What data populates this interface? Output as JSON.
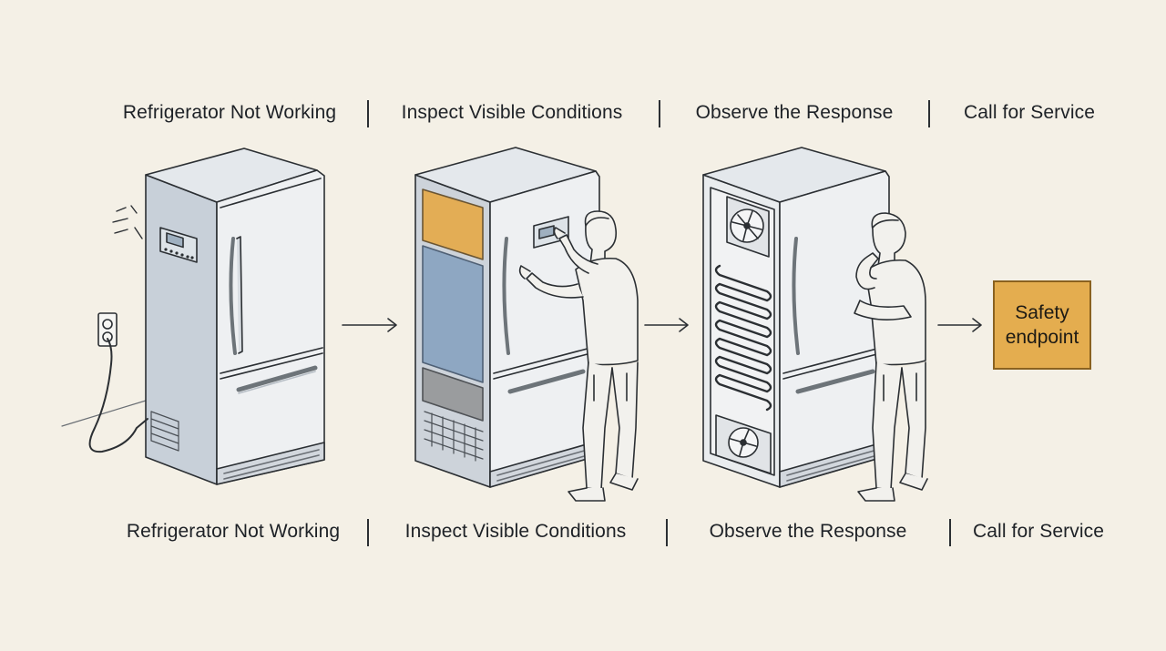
{
  "top_steps": [
    {
      "label": "Refrigerator Not Working"
    },
    {
      "label": "Inspect Visible Conditions"
    },
    {
      "label": "Observe the Response"
    },
    {
      "label": "Call for Service"
    }
  ],
  "bottom_steps": [
    {
      "label": "Refrigerator Not Working"
    },
    {
      "label": "Inspect Visible Conditions"
    },
    {
      "label": "Observe the Response"
    },
    {
      "label": "Call for Service"
    }
  ],
  "endpoint": {
    "line1": "Safety",
    "line2": "endpoint"
  },
  "colors": {
    "background": "#f4f0e6",
    "outline": "#2b2f33",
    "fridge_body": "#e9ecef",
    "fridge_side": "#c9d0d8",
    "panel_orange": "#e3ad55",
    "panel_blue": "#8ea7c2",
    "panel_gray": "#9a9c9e",
    "endpoint_fill": "#e4ad4f"
  },
  "icons": [
    "arrow-right-icon",
    "power-outlet-icon",
    "fan-icon",
    "condenser-coil-icon",
    "person-icon"
  ]
}
